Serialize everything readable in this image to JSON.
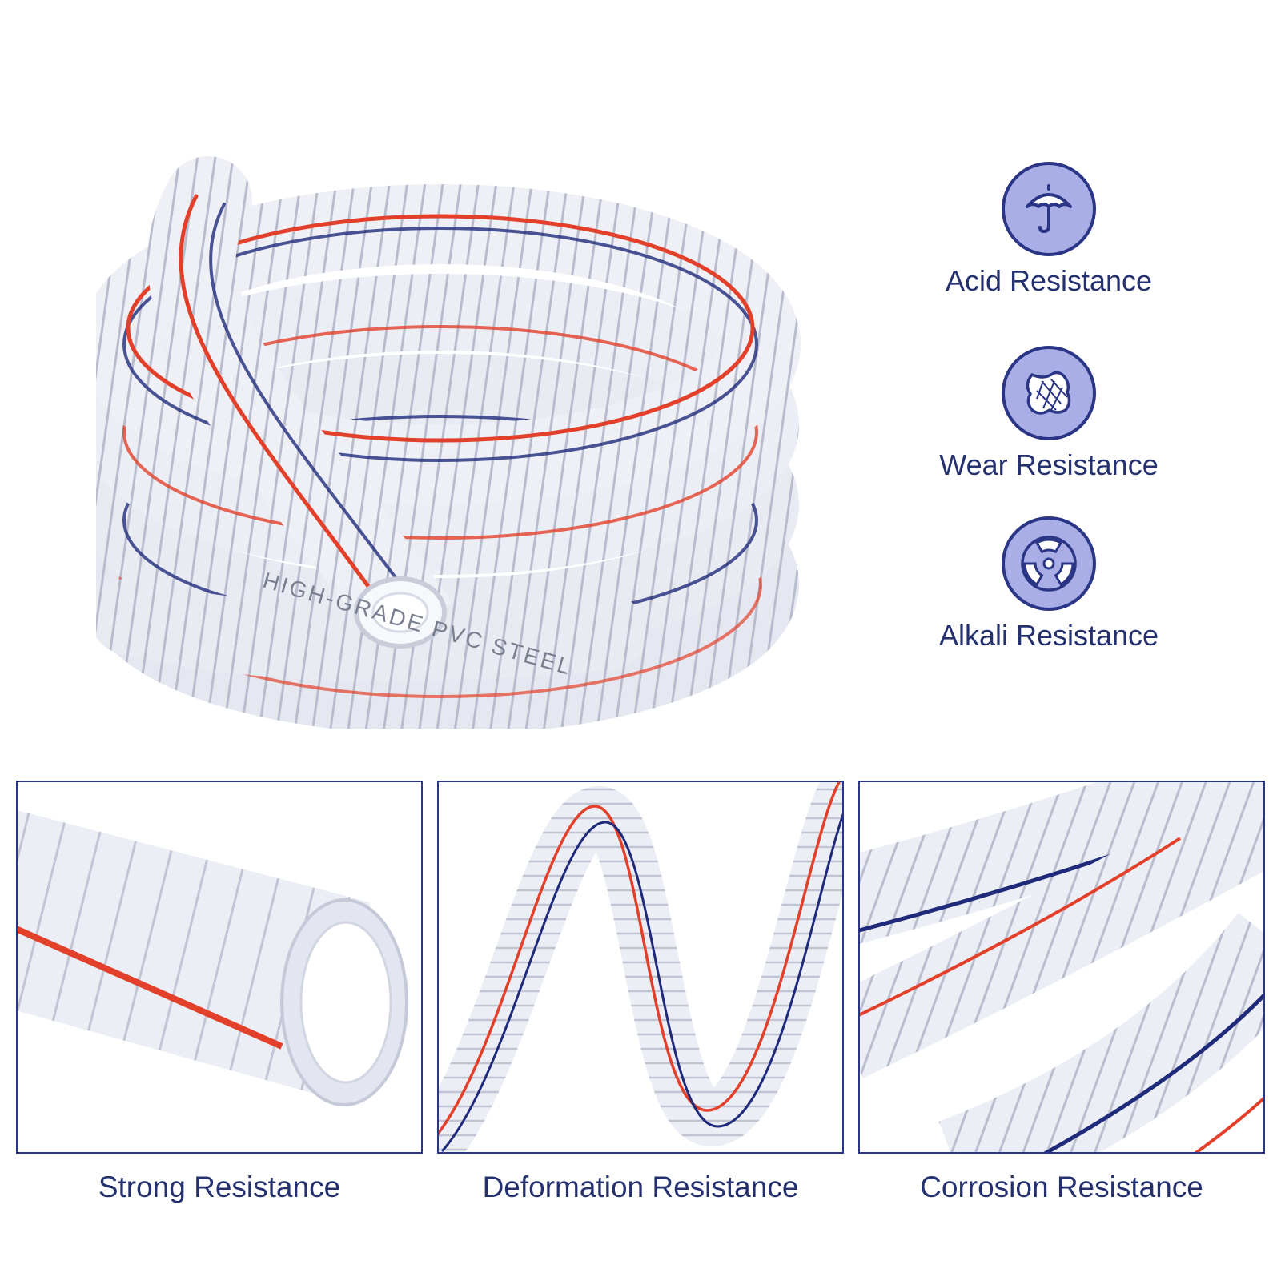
{
  "hero": {
    "image": "clear-pvc-steel-wire-hose-coil"
  },
  "features": [
    {
      "label": "Acid Resistance",
      "icon": "umbrella-icon"
    },
    {
      "label": "Wear Resistance",
      "icon": "fabric-net-icon"
    },
    {
      "label": "Alkali Resistance",
      "icon": "radiation-icon"
    }
  ],
  "panels": [
    {
      "caption": "Strong Resistance",
      "image": "hose-end-closeup"
    },
    {
      "caption": "Deformation Resistance",
      "image": "bent-hose"
    },
    {
      "caption": "Corrosion Resistance",
      "image": "hose-coil-closeup"
    }
  ],
  "hose_print": "HIGH-GRADE PVC STEEL",
  "colors": {
    "accent": "#2b3585",
    "badge_fill": "#a9aee6",
    "label_text": "#25306f",
    "stripe_red": "#e2402a",
    "stripe_blue": "#1f2a7a"
  }
}
